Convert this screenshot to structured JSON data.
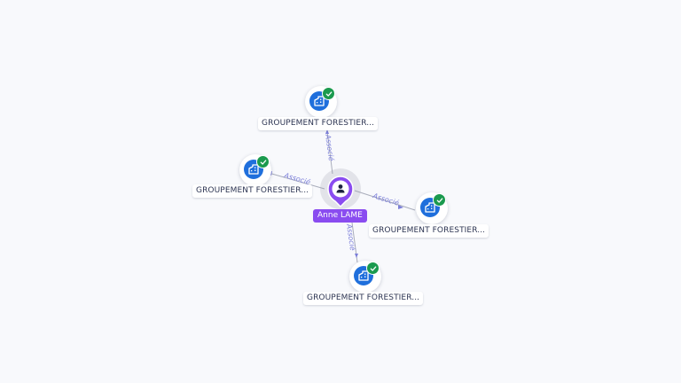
{
  "person": {
    "name": "Anne LAME",
    "icon": "user-icon",
    "color": "#8a4cf0"
  },
  "companies": [
    {
      "label": "GROUPEMENT FORESTIER...",
      "icon": "building-icon",
      "status_icon": "check-icon"
    },
    {
      "label": "GROUPEMENT FORESTIER...",
      "icon": "building-icon",
      "status_icon": "check-icon"
    },
    {
      "label": "GROUPEMENT FORESTIER...",
      "icon": "building-icon",
      "status_icon": "check-icon"
    },
    {
      "label": "GROUPEMENT FORESTIER...",
      "icon": "building-icon",
      "status_icon": "check-icon"
    }
  ],
  "edges": [
    {
      "label": "Associé"
    },
    {
      "label": "Associé"
    },
    {
      "label": "Associé"
    },
    {
      "label": "Associé"
    }
  ],
  "colors": {
    "company": "#1f6fdc",
    "verified": "#1a9a4e",
    "edge_label": "#7c7fd9"
  }
}
